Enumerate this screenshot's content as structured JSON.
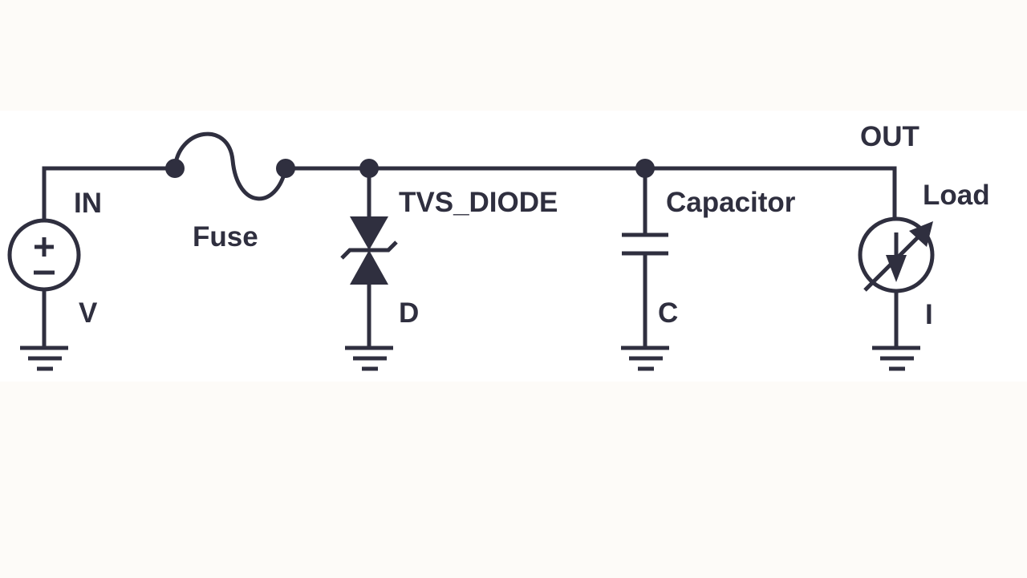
{
  "diagram": {
    "labels": {
      "in": "IN",
      "v": "V",
      "fuse": "Fuse",
      "tvs": "TVS_DIODE",
      "d": "D",
      "capacitor": "Capacitor",
      "c": "C",
      "out": "OUT",
      "load": "Load",
      "i": "I"
    },
    "source_symbol": "±",
    "colors": {
      "ink": "#2f2f3f",
      "background": "#ffffff"
    }
  }
}
